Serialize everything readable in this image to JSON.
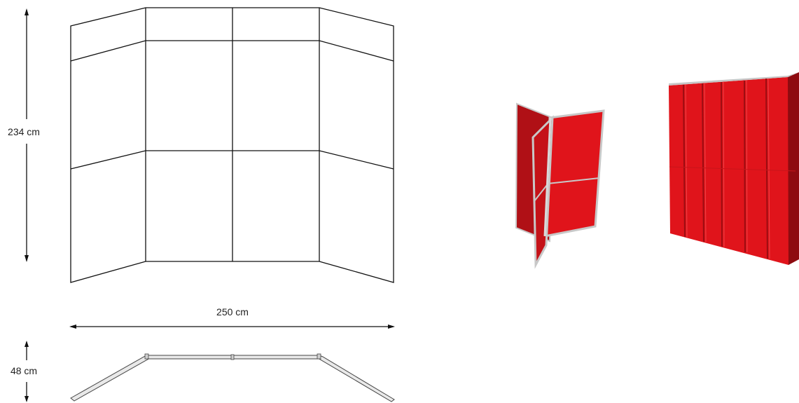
{
  "dimensions": {
    "height_label": "234 cm",
    "width_label": "250 cm",
    "depth_label": "48 cm"
  },
  "colors": {
    "panel_red": "#e0141b",
    "panel_red_dark": "#a30d12",
    "panel_red_light": "#f03a3e",
    "frame_gray": "#b9b9b9",
    "line": "#111111"
  }
}
